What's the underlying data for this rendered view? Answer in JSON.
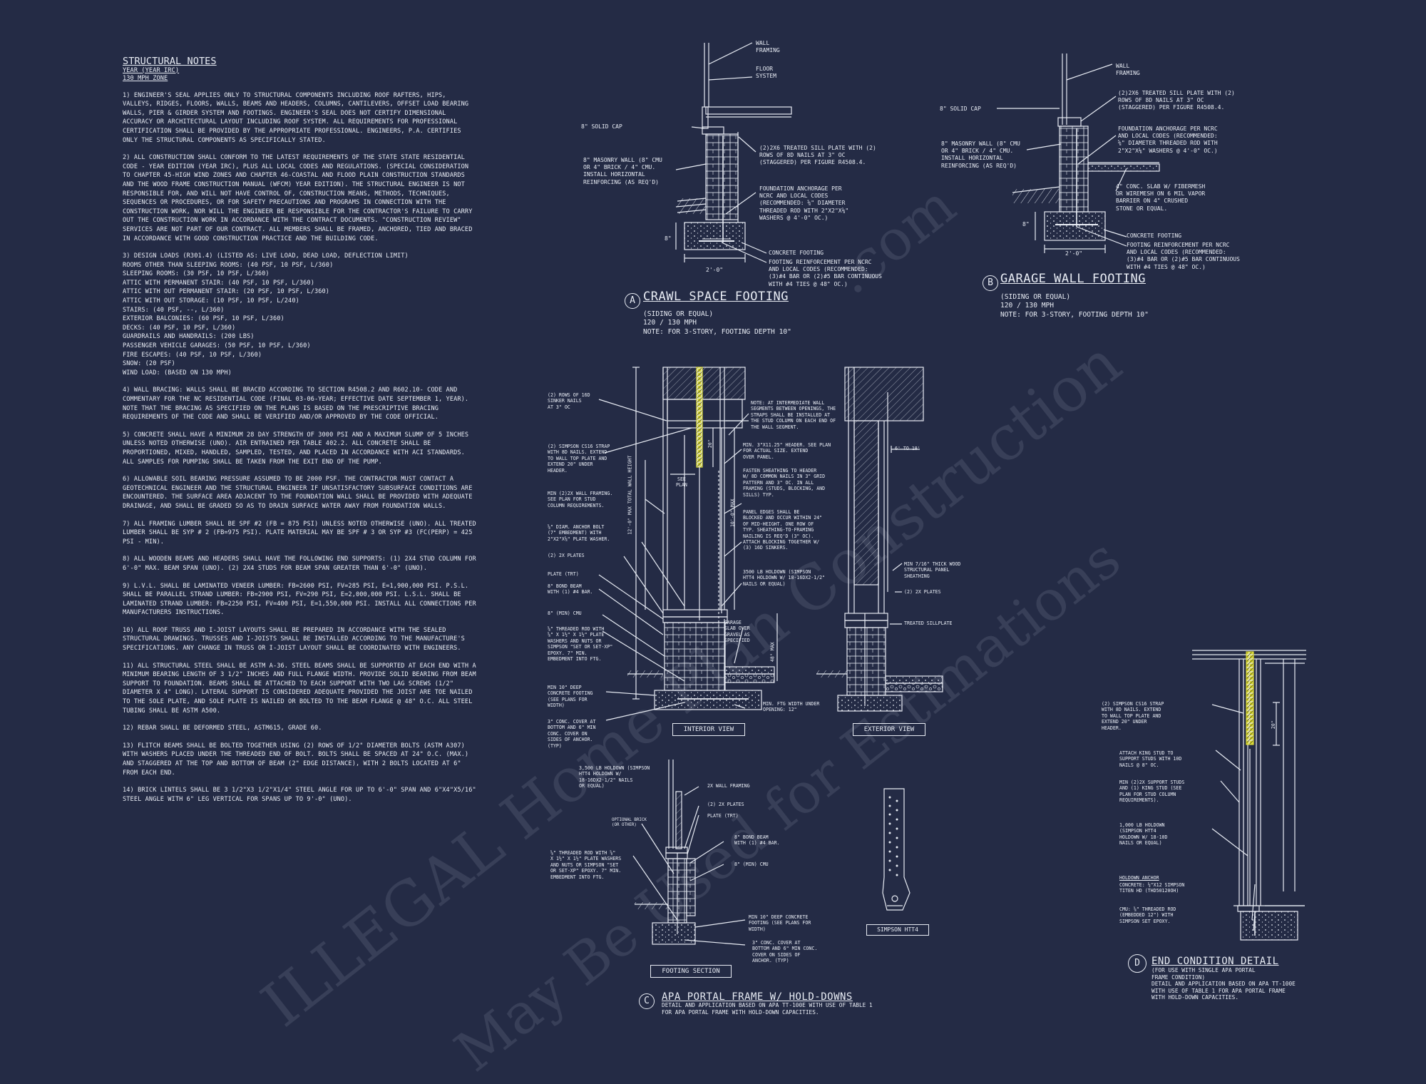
{
  "colors": {
    "background": "#242b45",
    "lines": "#e8ecf4",
    "highlight": "#d9d832"
  },
  "notes": {
    "title": "STRUCTURAL NOTES",
    "sub1": "YEAR (YEAR IRC)",
    "sub2": "130 mph ZONE",
    "paragraphs": [
      "1) ENGINEER'S SEAL APPLIES ONLY TO STRUCTURAL COMPONENTS INCLUDING ROOF RAFTERS, HIPS, VALLEYS, RIDGES, FLOORS, WALLS, BEAMS AND HEADERS, COLUMNS, CANTILEVERS, OFFSET LOAD BEARING WALLS, PIER & GIRDER SYSTEM AND FOOTINGS. ENGINEER'S SEAL DOES NOT CERTIFY DIMENSIONAL ACCURACY OR ARCHITECTURAL LAYOUT INCLUDING ROOF SYSTEM. ALL REQUIREMENTS FOR PROFESSIONAL CERTIFICATION SHALL BE PROVIDED BY THE APPROPRIATE PROFESSIONAL. ENGINEERS, P.A. CERTIFIES ONLY THE STRUCTURAL COMPONENTS AS SPECIFICALLY STATED.",
      "2) ALL CONSTRUCTION SHALL CONFORM TO THE LATEST REQUIREMENTS OF THE STATE STATE RESIDENTIAL CODE - YEAR EDITION (YEAR IRC), PLUS ALL LOCAL CODES AND REGULATIONS. (SPECIAL CONSIDERATION TO CHAPTER 45-HIGH WIND ZONES AND CHAPTER 46-COASTAL AND FLOOD PLAIN CONSTRUCTION STANDARDS AND THE WOOD FRAME CONSTRUCTION MANUAL (WFCM) YEAR EDITION). THE STRUCTURAL ENGINEER IS NOT RESPONSIBLE FOR, AND WILL NOT HAVE CONTROL OF, CONSTRUCTION MEANS, METHODS, TECHNIQUES, SEQUENCES OR PROCEDURES, OR FOR SAFETY PRECAUTIONS AND PROGRAMS IN CONNECTION WITH THE CONSTRUCTION WORK, NOR WILL THE ENGINEER BE RESPONSIBLE FOR THE CONTRACTOR'S FAILURE TO CARRY OUT THE CONSTRUCTION WORK IN ACCORDANCE WITH THE CONTRACT DOCUMENTS. \"CONSTRUCTION REVIEW\" SERVICES ARE NOT PART OF OUR CONTRACT. ALL MEMBERS SHALL BE FRAMED, ANCHORED, TIED AND BRACED IN ACCORDANCE WITH GOOD CONSTRUCTION PRACTICE AND THE BUILDING CODE.",
      "3) DESIGN LOADS (R301.4) (LISTED AS: LIVE LOAD, DEAD LOAD, DEFLECTION LIMIT)\nROOMS OTHER THAN SLEEPING ROOMS: (40 PSF, 10 PSF, L/360)\nSLEEPING ROOMS: (30 PSF, 10 PSF, L/360)\nATTIC WITH PERMANENT STAIR: (40 PSF, 10 PSF, L/360)\nATTIC WITH OUT PERMANENT STAIR: (20 PSF, 10 PSF, L/360)\nATTIC WITH OUT STORAGE: (10 PSF, 10 PSF, L/240)\nSTAIRS: (40 PSF, --, L/360)\nEXTERIOR BALCONIES: (60 PSF, 10 PSF, L/360)\nDECKS: (40 PSF, 10 PSF, L/360)\nGUARDRAILS AND HANDRAILS: (200 LBS)\nPASSENGER VEHICLE GARAGES: (50 PSF, 10 PSF, L/360)\nFIRE ESCAPES: (40 PSF, 10 PSF, L/360)\nSNOW: (20 PSF)\nWIND LOAD: (BASED ON 130 MPH)",
      "4) WALL BRACING: WALLS SHALL BE BRACED ACCORDING TO SECTION R4508.2 AND R602.10- CODE AND COMMENTARY FOR THE NC RESIDENTIAL CODE (FINAL 03-06-YEAR; EFFECTIVE DATE SEPTEMBER 1, YEAR). NOTE THAT THE BRACING AS SPECIFIED ON THE PLANS IS BASED ON THE PRESCRIPTIVE BRACING REQUIREMENTS OF THE CODE AND SHALL BE VERIFIED AND/OR APPROVED BY THE CODE OFFICIAL.",
      "5) CONCRETE SHALL HAVE A MINIMUM 28 DAY STRENGTH OF 3000 PSI AND A MAXIMUM SLUMP OF 5 INCHES UNLESS NOTED OTHERWISE (UNO). AIR ENTRAINED PER TABLE 402.2. ALL CONCRETE SHALL BE PROPORTIONED, MIXED, HANDLED, SAMPLED, TESTED, AND PLACED IN ACCORDANCE WITH ACI STANDARDS. ALL SAMPLES FOR PUMPING SHALL BE TAKEN FROM THE EXIT END OF THE PUMP.",
      "6) ALLOWABLE SOIL BEARING PRESSURE ASSUMED TO BE 2000 PSF. THE CONTRACTOR MUST CONTACT A GEOTECHNICAL ENGINEER AND THE STRUCTURAL ENGINEER IF UNSATISFACTORY SUBSURFACE CONDITIONS ARE ENCOUNTERED. THE SURFACE AREA ADJACENT TO THE FOUNDATION WALL SHALL BE PROVIDED WITH ADEQUATE DRAINAGE, AND SHALL BE GRADED SO AS TO DRAIN SURFACE WATER AWAY FROM FOUNDATION WALLS.",
      "7) ALL FRAMING LUMBER SHALL BE SPF #2 (Fb = 875 PSI) UNLESS NOTED OTHERWISE (UNO). ALL TREATED LUMBER SHALL BE SYP # 2 (Fb=975 PSI). PLATE MATERIAL MAY BE SPF # 3 OR SYP #3 (Fc(perp) = 425 PSI - MIN).",
      "8) ALL WOODEN BEAMS AND HEADERS SHALL HAVE THE FOLLOWING END SUPPORTS: (1) 2x4 STUD COLUMN FOR 6'-0\" MAX. BEAM SPAN (UNO). (2) 2X4 STUDS FOR BEAM SPAN GREATER THAN 6'-0\" (UNO).",
      "9) L.V.L. SHALL BE LAMINATED VENEER LUMBER: Fb=2600 PSI, Fv=285 PSI, E=1,900,000 PSI. P.S.L. SHALL BE PARALLEL STRAND LUMBER: Fb=2900 PSI, Fv=290 PSI, E=2,000,000 PSI. L.S.L. SHALL BE LAMINATED STRAND LUMBER: Fb=2250 PSI, Fv=400 PSI, E=1,550,000 PSI. INSTALL ALL CONNECTIONS PER MANUFACTURERS INSTRUCTIONS.",
      "10) ALL ROOF TRUSS AND I-JOIST LAYOUTS SHALL BE PREPARED IN ACCORDANCE WITH THE SEALED STRUCTURAL DRAWINGS. TRUSSES AND I-JOISTS SHALL BE INSTALLED ACCORDING TO THE MANUFACTURE'S SPECIFICATIONS. ANY CHANGE IN TRUSS OR I-JOIST LAYOUT SHALL BE COORDINATED WITH ENGINEERS.",
      "11) ALL STRUCTURAL STEEL SHALL BE ASTM A-36. STEEL BEAMS SHALL BE SUPPORTED AT EACH END WITH A MINIMUM BEARING LENGTH OF 3 1/2\" INCHES AND FULL FLANGE WIDTH. PROVIDE SOLID BEARING FROM BEAM SUPPORT TO FOUNDATION. BEAMS SHALL BE ATTACHED TO EACH SUPPORT WITH TWO LAG SCREWS (1/2\" DIAMETER x 4\" LONG). LATERAL SUPPORT IS CONSIDERED ADEQUATE PROVIDED THE JOIST ARE TOE NAILED TO THE SOLE PLATE, AND SOLE PLATE IS NAILED OR BOLTED TO THE BEAM FLANGE @ 48\" O.C. ALL STEEL TUBING SHALL BE ASTM A500.",
      "12) REBAR SHALL BE DEFORMED STEEL, ASTM615, GRADE 60.",
      "13) FLITCH BEAMS SHALL BE BOLTED TOGETHER USING (2) ROWS OF 1/2\" DIAMETER BOLTS (ASTM A307) WITH WASHERS PLACED UNDER THE THREADED END OF BOLT. BOLTS SHALL BE SPACED AT 24\" O.C. (MAX.) AND STAGGERED AT THE TOP AND BOTTOM OF BEAM (2\" EDGE DISTANCE), WITH 2 BOLTS LOCATED AT 6\" FROM EACH END.",
      "14) BRICK LINTELS SHALL BE 3 1/2\"x3 1/2\"x1/4\" STEEL ANGLE FOR UP TO 6'-0\" SPAN AND 6\"x4\"x5/16\" STEEL ANGLE WITH 6\" LEG VERTICAL FOR SPANS UP TO 9'-0\" (UNO)."
    ]
  },
  "detailA": {
    "letter": "A",
    "title": "CRAWL SPACE FOOTING",
    "subtitle": "(SIDING OR EQUAL)\n120 / 130 MPH\nNOTE: FOR 3-STORY, FOOTING DEPTH 10\"",
    "labels": [
      "WALL\nFRAMING",
      "FLOOR\nSYSTEM",
      "8\" SOLID CAP",
      "8\" MASONRY WALL (8\" CMU\nOR 4\" BRICK / 4\" CMU.\nINSTALL HORIZONTAL\nREINFORCING (AS REQ'D)",
      "(2)2x6 TREATED SILL PLATE WITH (2)\nROWS OF 8d NAILS AT 3\" OC\n(STAGGERED) PER FIGURE R4508.4.",
      "FOUNDATION ANCHORAGE PER\nNCRC AND LOCAL CODES\n(RECOMMENDED: ⅝\" DIAMETER\nTHREADED ROD WITH 2\"x2\"x⅛\"\nWASHERS @ 4'-0\" OC.)",
      "CONCRETE FOOTING",
      "FOOTING REINFORCEMENT PER NCRC\nAND LOCAL CODES (RECOMMENDED:\n(3)#4 BAR OR (2)#5 BAR CONTINUOUS\nWITH #4 TIES @ 48\" OC.)",
      "2'-0\"",
      "8\""
    ]
  },
  "detailB": {
    "letter": "B",
    "title": "GARAGE WALL FOOTING",
    "subtitle": "(SIDING OR EQUAL)\n120 / 130 MPH\nNOTE: FOR 3-STORY, FOOTING DEPTH 10\"",
    "labels": [
      "WALL\nFRAMING",
      "8\" SOLID CAP",
      "(2)2x6 TREATED SILL PLATE WITH (2)\nROWS OF 8d NAILS AT 3\" OC\n(STAGGERED) PER FIGURE R4508.4.",
      "8\" MASONRY WALL (8\" CMU\nOR 4\" BRICK / 4\" CMU.\nINSTALL HORIZONTAL\nREINFORCING (AS REQ'D)",
      "FOUNDATION ANCHORAGE PER NCRC\nAND LOCAL CODES (RECOMMENDED:\n⅝\" DIAMETER THREADED ROD WITH\n2\"x2\"x⅛\" WASHERS @ 4'-0\" OC.)",
      "4\" CONC. SLAB w/ FIBERMESH\nOR WIREMESH ON 6 MIL VAPOR\nBARRIER ON 4\" CRUSHED\nSTONE OR EQUAL.",
      "CONCRETE FOOTING",
      "FOOTING REINFORCEMENT PER NCRC\nAND LOCAL CODES (RECOMMENDED:\n(3)#4 BAR OR (2)#5 BAR CONTINUOUS\nWITH #4 TIES @ 48\" OC.)",
      "2'-0\"",
      "8\""
    ]
  },
  "detailC": {
    "letter": "C",
    "title": "APA PORTAL FRAME W/ HOLD-DOWNS",
    "subtitle": "DETAIL AND APPLICATION BASED ON APA TT-100E WITH USE OF TABLE 1\nFOR APA PORTAL FRAME WITH HOLD-DOWN CAPACITIES.",
    "interior_label": "INTERIOR VIEW",
    "exterior_label": "EXTERIOR VIEW",
    "footing_label": "FOOTING SECTION",
    "simpson_label": "SIMPSON HTT4",
    "labels_left": [
      "(2) ROWS OF 16d\nSINKER NAILS\nAT 3\" OC",
      "(2) SIMPSON CS16 STRAP\nWITH 8d NAILS. EXTEND\nTO WALL TOP PLATE AND\nEXTEND 20\" UNDER\nHEADER.",
      "MIN (2)2X WALL FRAMING.\nSEE PLAN FOR STUD\nCOLUMN REQUIREMENTS.",
      "⅝\" DIAM. ANCHOR BOLT\n(7\" EMBEDMENT) WITH\n2\"x2\"x⅛\" PLATE WASHER.",
      "(2) 2x PLATES",
      "PLATE (TRT)",
      "8\" BOND BEAM\nWITH (1) #4 BAR.",
      "8\" (MIN) CMU",
      "⅝\" THREADED ROD WITH\n⅝\" x 1½\" x 1½\" PLATE\nWASHERS AND NUTS OR\nSIMPSON \"SET OR SET-XP\"\nEPOXY. 7\" MIN.\nEMBEDMENT INTO FTG.",
      "MIN 10\" DEEP\nCONCRETE FOOTING\n(SEE PLANS FOR\nWIDTH)",
      "3\" CONC. COVER AT\nBOTTOM AND 6\" MIN\nCONC. COVER ON\nSIDES OF ANCHOR.\n(TYP)"
    ],
    "labels_mid": [
      "NOTE: AT INTERMEDIATE WALL\nSEGMENTS BETWEEN OPENINGS, THE\nSTRAPS SHALL BE INSTALLED AT\nTHE STUD COLUMN ON EACH END OF\nTHE WALL SEGMENT.",
      "MIN. 3\"x11.25\" HEADER. SEE PLAN\nFOR ACTUAL SIZE. EXTEND\nOVER PANEL.",
      "FASTEN SHEATHING TO HEADER\nW/ 8d COMMON NAILS IN 3\" GRID\nPATTERN AND 3\" OC. IN ALL\nFRAMING (STUDS, BLOCKING, AND\nSILLS) TYP.",
      "PANEL EDGES SHALL BE\nBLOCKED AND OCCUR WITHIN 24\"\nOF MID-HEIGHT. ONE ROW OF\nTYP. SHEATHING-TO-FRAMING\nNAILING IS REQ'D (3\" OC).\nATTACH BLOCKING TOGETHER W/\n(3) 16d SINKERS.",
      "3500 LB HOLDOWN (SIMPSON\nHTT4 HOLDOWN W/ 18-16dx2-1/2\"\nNAILS OR EQUAL)",
      "GARAGE\nSLAB OVER\nGRAVEL AS\nSPECIFIED",
      "MIN. FTG WIDTH UNDER\nOPENING: 12\"",
      "20\"",
      "SEE\nPLAN",
      "12'-0\" MAX TOTAL WALL HEIGHT",
      "10'-0\" MAX",
      "48\" MAX"
    ],
    "labels_ext": [
      "6' TO 18'",
      "MIN 7/16\" THICK WOOD\nSTRUCTURAL PANEL\nSHEATHING",
      "(2) 2x PLATES",
      "TREATED SILLPLATE"
    ],
    "labels_foot": [
      "3,500 LB HOLDOWN (SIMPSON\nHTT4 HOLDOWN W/\n18-16dx2-1/2\" NAILS\nOR EQUAL)",
      "2X WALL FRAMING",
      "(2) 2x PLATES",
      "PLATE (TRT)",
      "OPTIONAL BRICK\n(OR OTHER)",
      "8\" BOND BEAM\nWITH (1) #4 BAR.",
      "8\" (MIN) CMU",
      "⅝\" THREADED ROD WITH ⅝\"\nx 1½\" x 1½\" PLATE WASHERS\nAND NUTS OR SIMPSON \"SET\nOR SET-XP\" EPOXY. 7\" MIN.\nEMBEDMENT INTO FTG.",
      "MIN 10\" DEEP CONCRETE\nFOOTING (SEE PLANS FOR\nWIDTH)",
      "3\" CONC. COVER AT\nBOTTOM AND 6\" MIN CONC.\nCOVER ON SIDES OF\nANCHOR. (TYP)"
    ]
  },
  "detailD": {
    "letter": "D",
    "title": "END CONDITION DETAIL",
    "subtitle": "(FOR USE WITH SINGLE APA PORTAL\nFRAME CONDITION)\nDETAIL AND APPLICATION BASED ON APA TT-100E\nWITH USE OF TABLE 1 FOR APA PORTAL FRAME\nWITH HOLD-DOWN CAPACITIES.",
    "labels": [
      "(2) SIMPSON CS16 STRAP\nWITH 8d NAILS. EXTEND\nTO WALL TOP PLATE AND\nEXTEND 20\" UNDER\nHEADER.",
      "ATTACH KING STUD TO\nSUPPORT STUDS WITH 10d\nNAILS @ 8\" OC.",
      "MIN (2)2X SUPPORT STUDS\nAND (1) KING STUD (SEE\nPLAN FOR STUD COLUMN\nREQUIREMENTS).",
      "1,000 LB HOLDOWN\n(SIMPSON HTT4\nHOLDOWN W/ 18-10d\nNAILS OR EQUAL)",
      "CONCRETE: ½\"x12 SIMPSON\nTITEN HD (THD50120OH)",
      "CMU: ⅝\" THREADED ROD\n(EMBEDDED 12\") WITH\nSIMPSON SET EPOXY.",
      "20\""
    ],
    "anchor_heading": "HOLDOWN ANCHOR"
  },
  "watermark": {
    "line1": "ILLEGAL Home Plan Construction",
    "line2": "May Be Used for Estimations",
    "line3": ".com"
  }
}
